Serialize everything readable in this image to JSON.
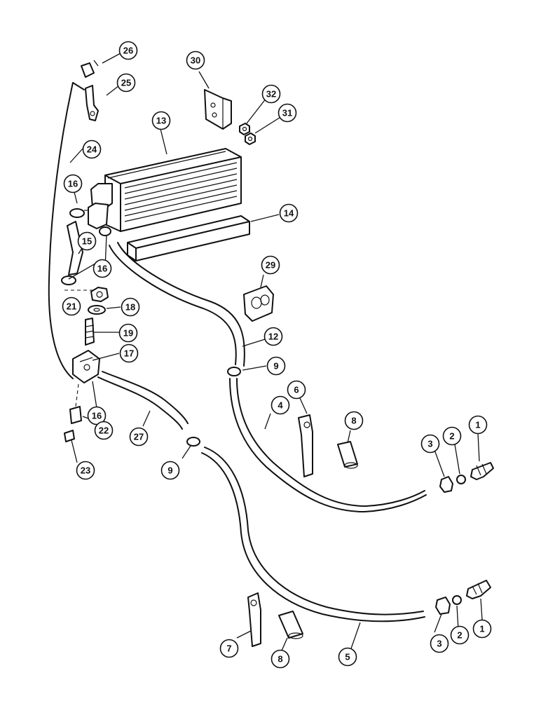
{
  "callouts": [
    {
      "id": "c26",
      "label": "26"
    },
    {
      "id": "c25",
      "label": "25"
    },
    {
      "id": "c30",
      "label": "30"
    },
    {
      "id": "c32",
      "label": "32"
    },
    {
      "id": "c31",
      "label": "31"
    },
    {
      "id": "c13",
      "label": "13"
    },
    {
      "id": "c24",
      "label": "24"
    },
    {
      "id": "c16a",
      "label": "16"
    },
    {
      "id": "c14",
      "label": "14"
    },
    {
      "id": "c15",
      "label": "15"
    },
    {
      "id": "c16b",
      "label": "16"
    },
    {
      "id": "c29",
      "label": "29"
    },
    {
      "id": "c21",
      "label": "21"
    },
    {
      "id": "c18",
      "label": "18"
    },
    {
      "id": "c19",
      "label": "19"
    },
    {
      "id": "c12",
      "label": "12"
    },
    {
      "id": "c17",
      "label": "17"
    },
    {
      "id": "c9a",
      "label": "9"
    },
    {
      "id": "c6",
      "label": "6"
    },
    {
      "id": "c4",
      "label": "4"
    },
    {
      "id": "c16c",
      "label": "16"
    },
    {
      "id": "c8a",
      "label": "8"
    },
    {
      "id": "c27",
      "label": "27"
    },
    {
      "id": "c22",
      "label": "22"
    },
    {
      "id": "c1a",
      "label": "1"
    },
    {
      "id": "c2a",
      "label": "2"
    },
    {
      "id": "c3a",
      "label": "3"
    },
    {
      "id": "c23",
      "label": "23"
    },
    {
      "id": "c9b",
      "label": "9"
    },
    {
      "id": "c1b",
      "label": "1"
    },
    {
      "id": "c3b",
      "label": "3"
    },
    {
      "id": "c2b",
      "label": "2"
    },
    {
      "id": "c7",
      "label": "7"
    },
    {
      "id": "c5",
      "label": "5"
    },
    {
      "id": "c8b",
      "label": "8"
    }
  ]
}
